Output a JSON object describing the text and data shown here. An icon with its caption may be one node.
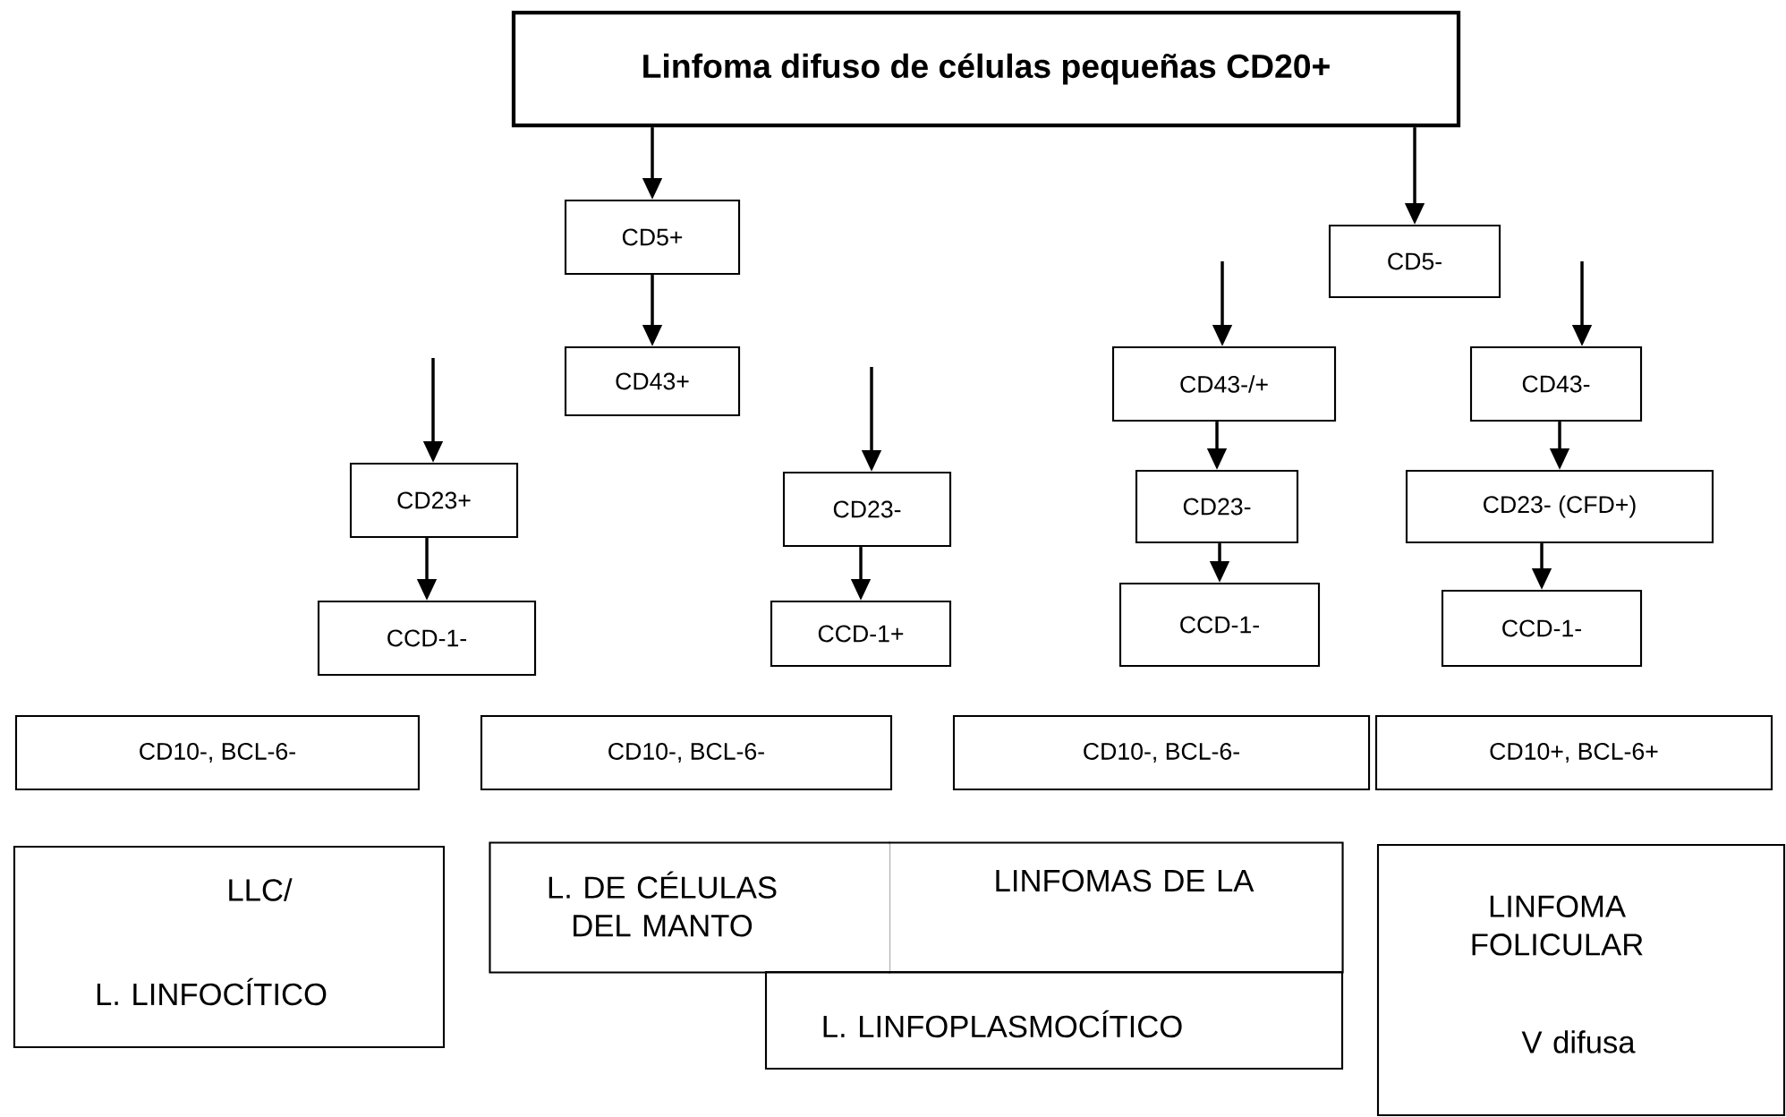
{
  "diagram": {
    "nodes": [
      {
        "text": [
          "Linfoma difuso de células pequeñas CD20+"
        ]
      },
      {
        "text": [
          "CD5+"
        ]
      },
      {
        "text": [
          "CD43+"
        ]
      },
      {
        "text": [
          "CD5-"
        ]
      },
      {
        "text": [
          "CD23+"
        ]
      },
      {
        "text": [
          "CCD-1-"
        ]
      },
      {
        "text": [
          "CD23-"
        ]
      },
      {
        "text": [
          "CCD-1+"
        ]
      },
      {
        "text": [
          "CD43-/+"
        ]
      },
      {
        "text": [
          "CD23-"
        ]
      },
      {
        "text": [
          "CCD-1-"
        ]
      },
      {
        "text": [
          "CD43-"
        ]
      },
      {
        "text": [
          "CD23- (CFD+)"
        ]
      },
      {
        "text": [
          "CCD-1-"
        ]
      },
      {
        "text": [
          "CD10-, BCL-6-"
        ]
      },
      {
        "text": [
          "CD10-, BCL-6-"
        ]
      },
      {
        "text": [
          "CD10-, BCL-6-"
        ]
      },
      {
        "text": [
          "CD10+, BCL-6+"
        ]
      },
      {
        "text": [
          "LLC/",
          "L. LINFOCÍTICO"
        ]
      },
      {
        "text": [
          "L. DE CÉLULAS DEL MANTO"
        ]
      },
      {
        "text": [
          "LINFOMAS DE LA"
        ]
      },
      {
        "text": [
          "L. LINFOPLASMOCÍTICO"
        ]
      },
      {
        "text": [
          "LINFOMA FOLICULAR",
          "V difusa"
        ]
      }
    ],
    "edges": [
      {
        "from": 0,
        "to": 1,
        "arrow": "to"
      },
      {
        "from": 0,
        "to": 3,
        "arrow": "to"
      },
      {
        "from": 1,
        "to": 2,
        "arrow": "to"
      },
      {
        "from": null,
        "to": 4,
        "arrow": "to"
      },
      {
        "from": 4,
        "to": 5,
        "arrow": "to"
      },
      {
        "from": null,
        "to": 6,
        "arrow": "to"
      },
      {
        "from": 6,
        "to": 7,
        "arrow": "to"
      },
      {
        "from": null,
        "to": 8,
        "arrow": "to"
      },
      {
        "from": 8,
        "to": 9,
        "arrow": "to"
      },
      {
        "from": 9,
        "to": 10,
        "arrow": "to"
      },
      {
        "from": null,
        "to": 11,
        "arrow": "to"
      },
      {
        "from": 11,
        "to": 12,
        "arrow": "to"
      },
      {
        "from": 12,
        "to": 13,
        "arrow": "to"
      }
    ]
  }
}
